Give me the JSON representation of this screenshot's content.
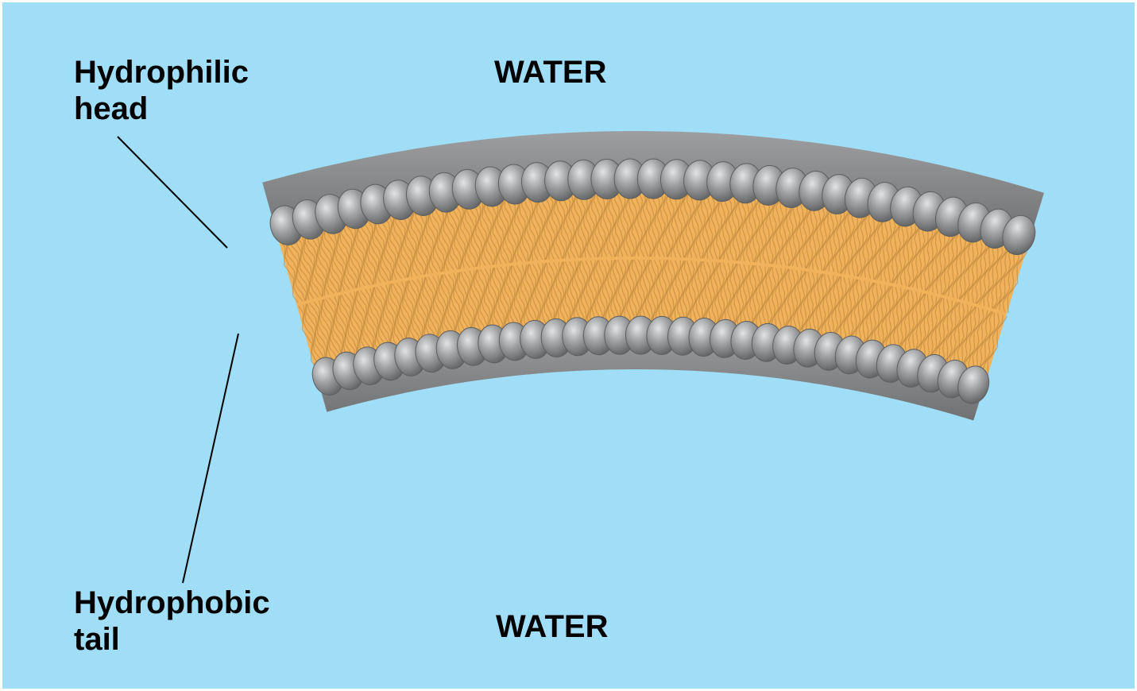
{
  "labels": {
    "hydrophilic_head": [
      "Hydrophilic",
      "head"
    ],
    "hydrophobic_tail": [
      "Hydrophobic",
      "tail"
    ],
    "water_top": "WATER",
    "water_bottom": "WATER"
  },
  "colors": {
    "water": "#a0ddf6",
    "border": "#ffffff",
    "head_fill": "#8f9193",
    "head_highlight": "#d9dadb",
    "head_shadow": "#5d5f61",
    "back_layer": "#86888a",
    "tail_fill": "#f0b25a",
    "tail_stroke": "#b5823c",
    "pointer_line": "#000000"
  },
  "icons": {
    "phospholipid_head": "grey-ellipse-icon",
    "phospholipid_tail": "orange-wavy-tail-icon"
  }
}
